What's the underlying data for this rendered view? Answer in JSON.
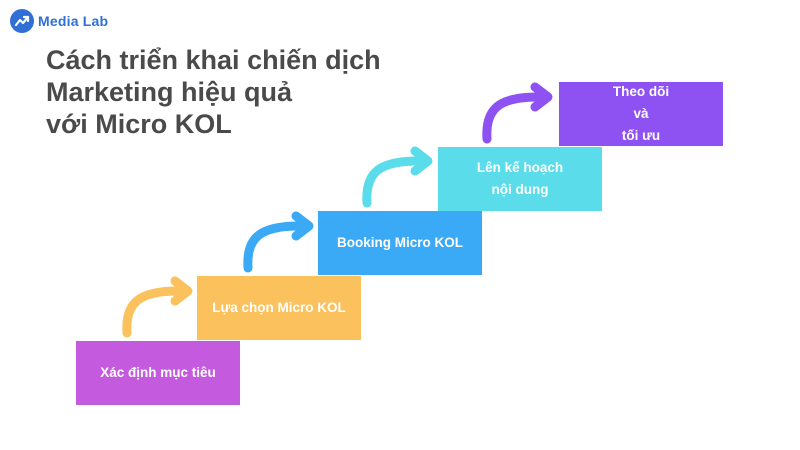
{
  "logo": {
    "text": "Media Lab",
    "icon": "chart-line-icon"
  },
  "title": {
    "line1": "Cách triển khai chiến dịch",
    "line2": "Marketing hiệu quả",
    "line3": "với Micro KOL"
  },
  "steps": [
    {
      "label": "Xác định mục tiêu",
      "color": "#c45bde"
    },
    {
      "label": "Lựa chọn Micro KOL",
      "color": "#fbc15c"
    },
    {
      "label": "Booking Micro KOL",
      "color": "#3aa9f6"
    },
    {
      "lines": [
        "Lên kế hoạch",
        "nội dung"
      ],
      "color": "#5bdcea"
    },
    {
      "lines": [
        "Theo dõi",
        "và",
        "tối ưu"
      ],
      "color": "#8f52f2"
    }
  ]
}
